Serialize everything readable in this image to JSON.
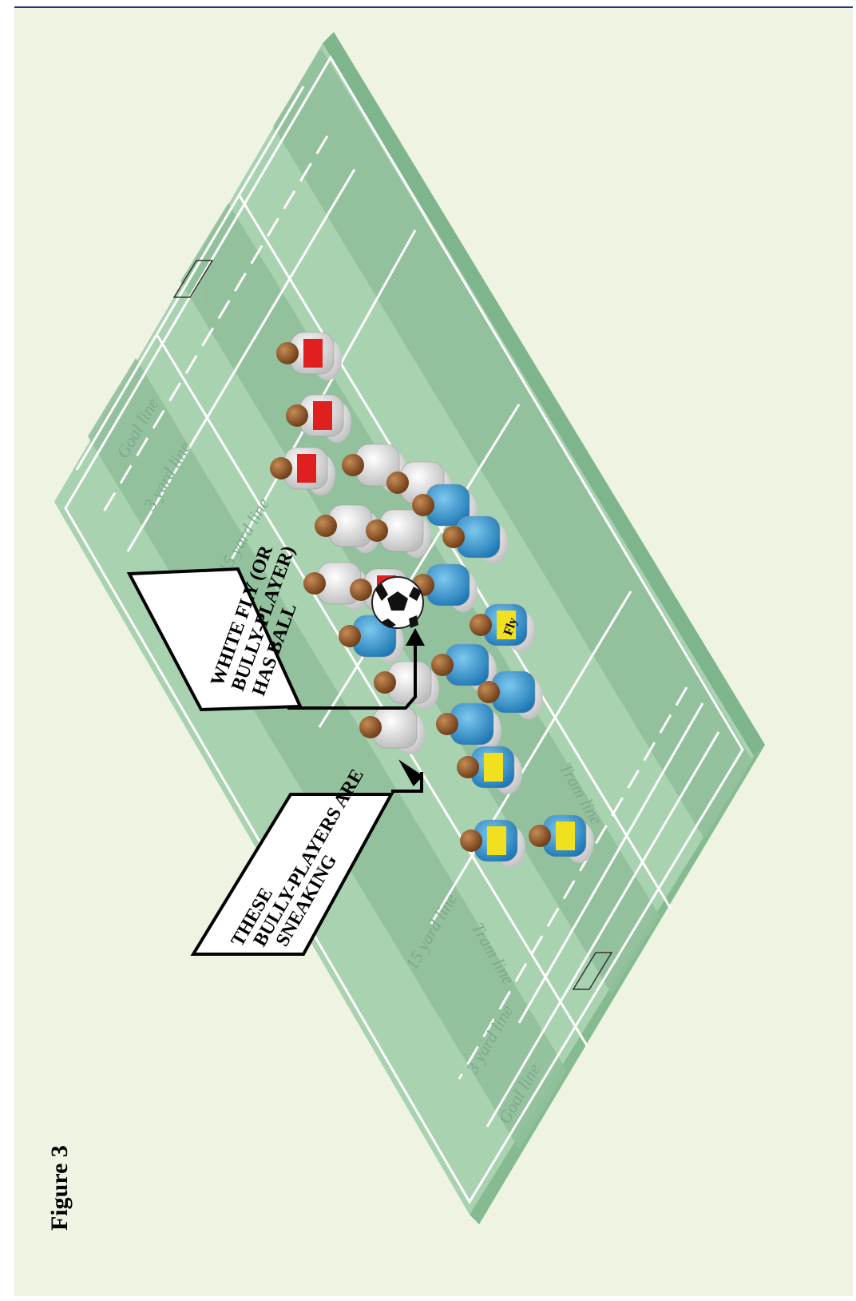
{
  "figure_label": "Figure 3",
  "field": {
    "line_labels": {
      "goal_top": "Goal line",
      "three_top": "3 yard line",
      "fifteen_top": "15 yard line",
      "train_top": "Tram line",
      "fifteen_bottom": "15 yard line",
      "train_bottom": "Tram line",
      "three_bottom": "3 yard line",
      "goal_bottom": "Goal line"
    }
  },
  "callouts": {
    "white_fly": [
      "WHITE FLY (OR",
      "BULLY-PLAYER)",
      "HAS BALL"
    ],
    "sneaking": [
      "THESE",
      "BULLY-PLAYERS ARE",
      "SNEAKING"
    ]
  },
  "player_labels": {
    "fly": "Fly"
  },
  "colors": {
    "background": "#eef3e2",
    "field_light": "#a9d2b1",
    "field_dark": "#8fbf9b",
    "red_team": "#e02020",
    "white_team": "#f4f4f4",
    "blue_team": "#3da4dc",
    "yellow_fly": "#f0e020"
  }
}
